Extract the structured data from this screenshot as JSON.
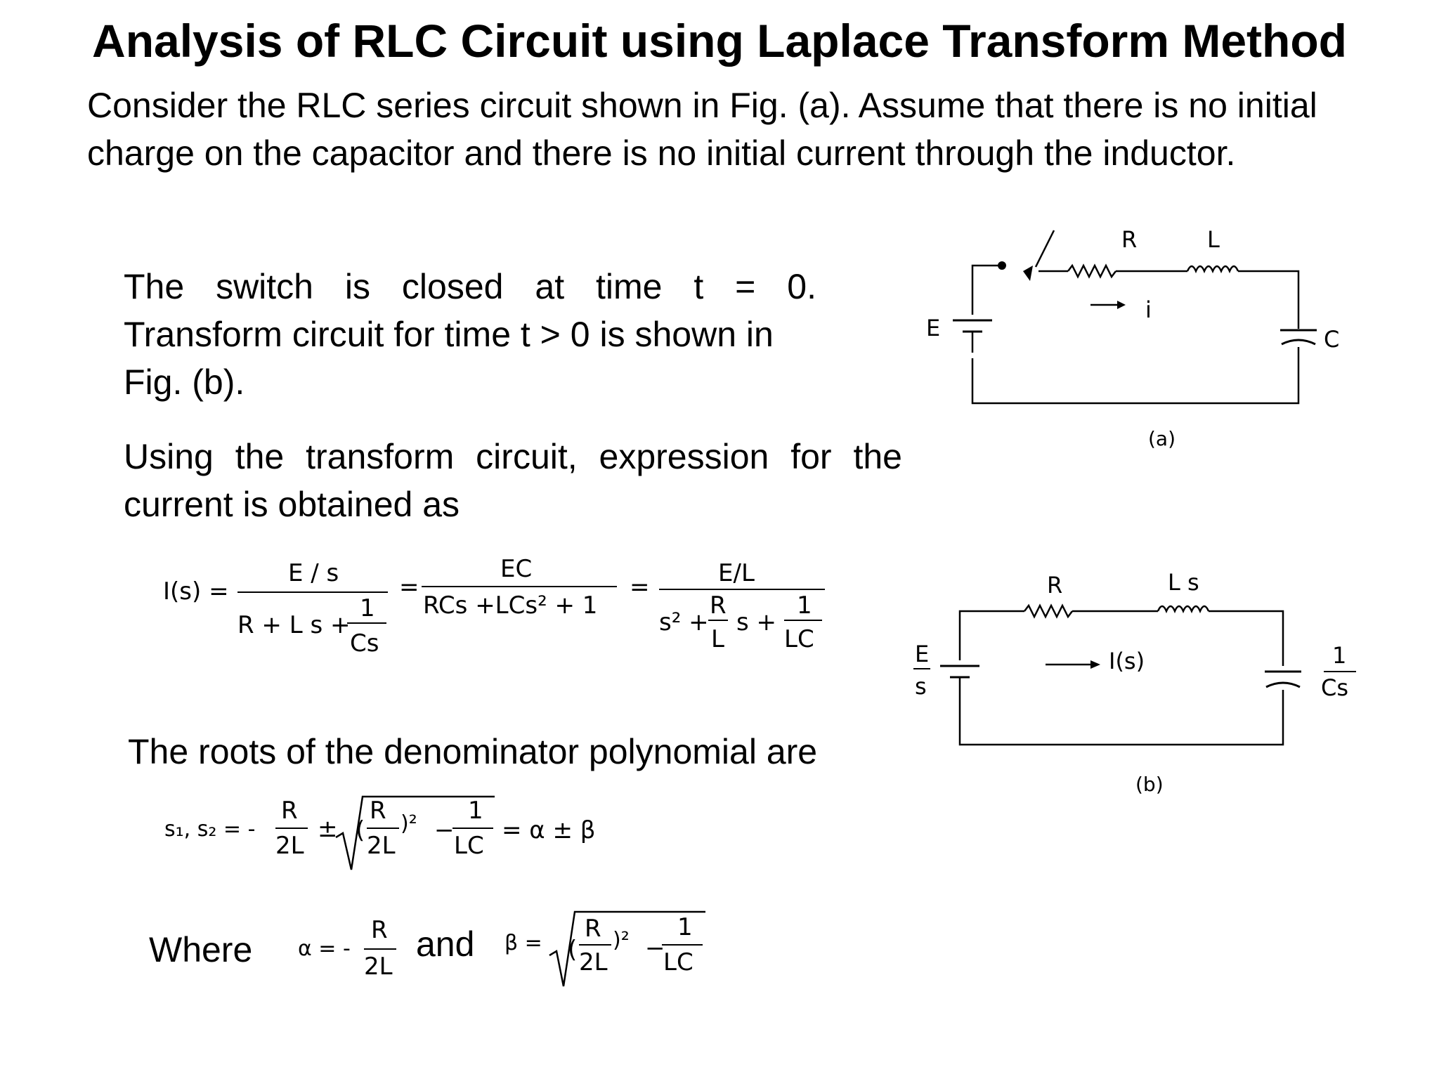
{
  "title": "Analysis of RLC Circuit using Laplace Transform Method",
  "intro": {
    "line1": "Consider the RLC series circuit shown in Fig. (a). Assume that there is no initial",
    "line2": "charge on the capacitor and there is no initial current through the inductor."
  },
  "switch_para": {
    "line1": "The switch is closed at time t = 0.",
    "line2": "Transform circuit for time t > 0 is shown in",
    "line3": "Fig. (b)."
  },
  "transform_para": {
    "line1": "Using the transform circuit, expression for the",
    "line2": "current is obtained as"
  },
  "roots_para": "The roots of the denominator polynomial are",
  "where_label": "Where",
  "and_label": "and",
  "eq_current": {
    "lhs": "I(s) =",
    "f1_num": "E / s",
    "f1_den": "R + L s +",
    "f1_inner_num": "1",
    "f1_inner_den": "Cs",
    "eq1": "=",
    "f2_num": "EC",
    "f2_den": "RCs +LCs² + 1",
    "eq2": "=",
    "f3_num": "E/L",
    "f3_den_a": "s² +",
    "f3_den_rnum": "R",
    "f3_den_rden": "L",
    "f3_den_b": "s +",
    "f3_den_cnum": "1",
    "f3_den_cden": "LC"
  },
  "eq_roots": {
    "lhs": "s₁, s₂ = -",
    "r_num": "R",
    "r_den": "2L",
    "pm": "±",
    "open_paren": "(",
    "in_num": "R",
    "in_den": "2L",
    "close_sq": ")²",
    "minus": "−",
    "lc_num": "1",
    "lc_den": "LC",
    "rhs": "= α ± β"
  },
  "eq_alpha": {
    "lhs": "α = -",
    "num": "R",
    "den": "2L"
  },
  "eq_beta": {
    "lhs": "β =",
    "open_paren": "(",
    "in_num": "R",
    "in_den": "2L",
    "close_sq": ")²",
    "minus": "−",
    "lc_num": "1",
    "lc_den": "LC"
  },
  "fig_a": {
    "r": "R",
    "l": "L",
    "e": "E",
    "c": "C",
    "i": "i",
    "caption": "(a)"
  },
  "fig_b": {
    "r": "R",
    "ls": "L s",
    "e_num": "E",
    "e_den": "s",
    "i": "I(s)",
    "c_num": "1",
    "c_den": "Cs",
    "caption": "(b)"
  }
}
